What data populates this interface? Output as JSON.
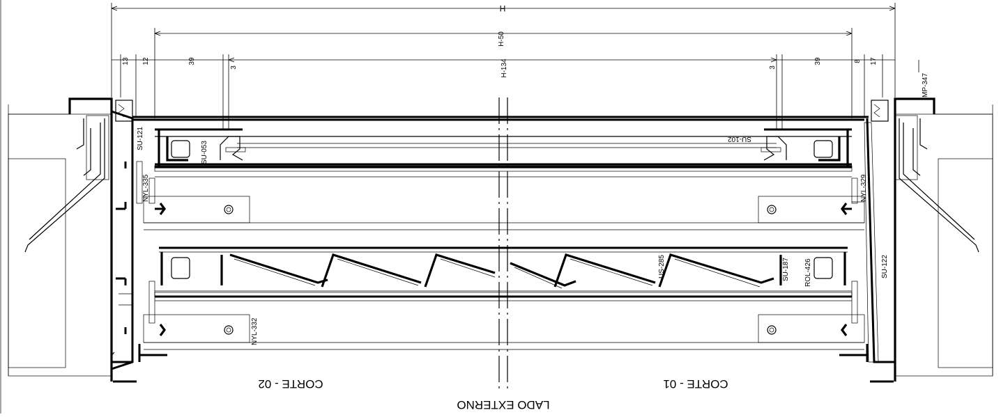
{
  "dimensions": {
    "overall": "H",
    "inner": "H-50",
    "clear": "H-134",
    "left_segments": [
      "13",
      "12",
      "39",
      "3"
    ],
    "right_segments": [
      "3",
      "39",
      "8",
      "17"
    ]
  },
  "profile_labels": {
    "mp347": "MP-347",
    "su121": "SU-121",
    "su053": "SU-053",
    "su102": "SU-102",
    "nyl335": "NYL-335",
    "nyl329": "NYL-329",
    "us285": "US-285",
    "su187": "SU-187",
    "rol426": "ROL-426",
    "su122": "SU-122",
    "nyl332": "NYL-332"
  },
  "section_labels": {
    "corte02": "CORTE - 02",
    "corte01": "CORTE - 01",
    "side": "LADO EXTERNO"
  },
  "colors": {
    "line": "#000000",
    "background": "#ffffff",
    "concrete_dots": "#555555"
  }
}
